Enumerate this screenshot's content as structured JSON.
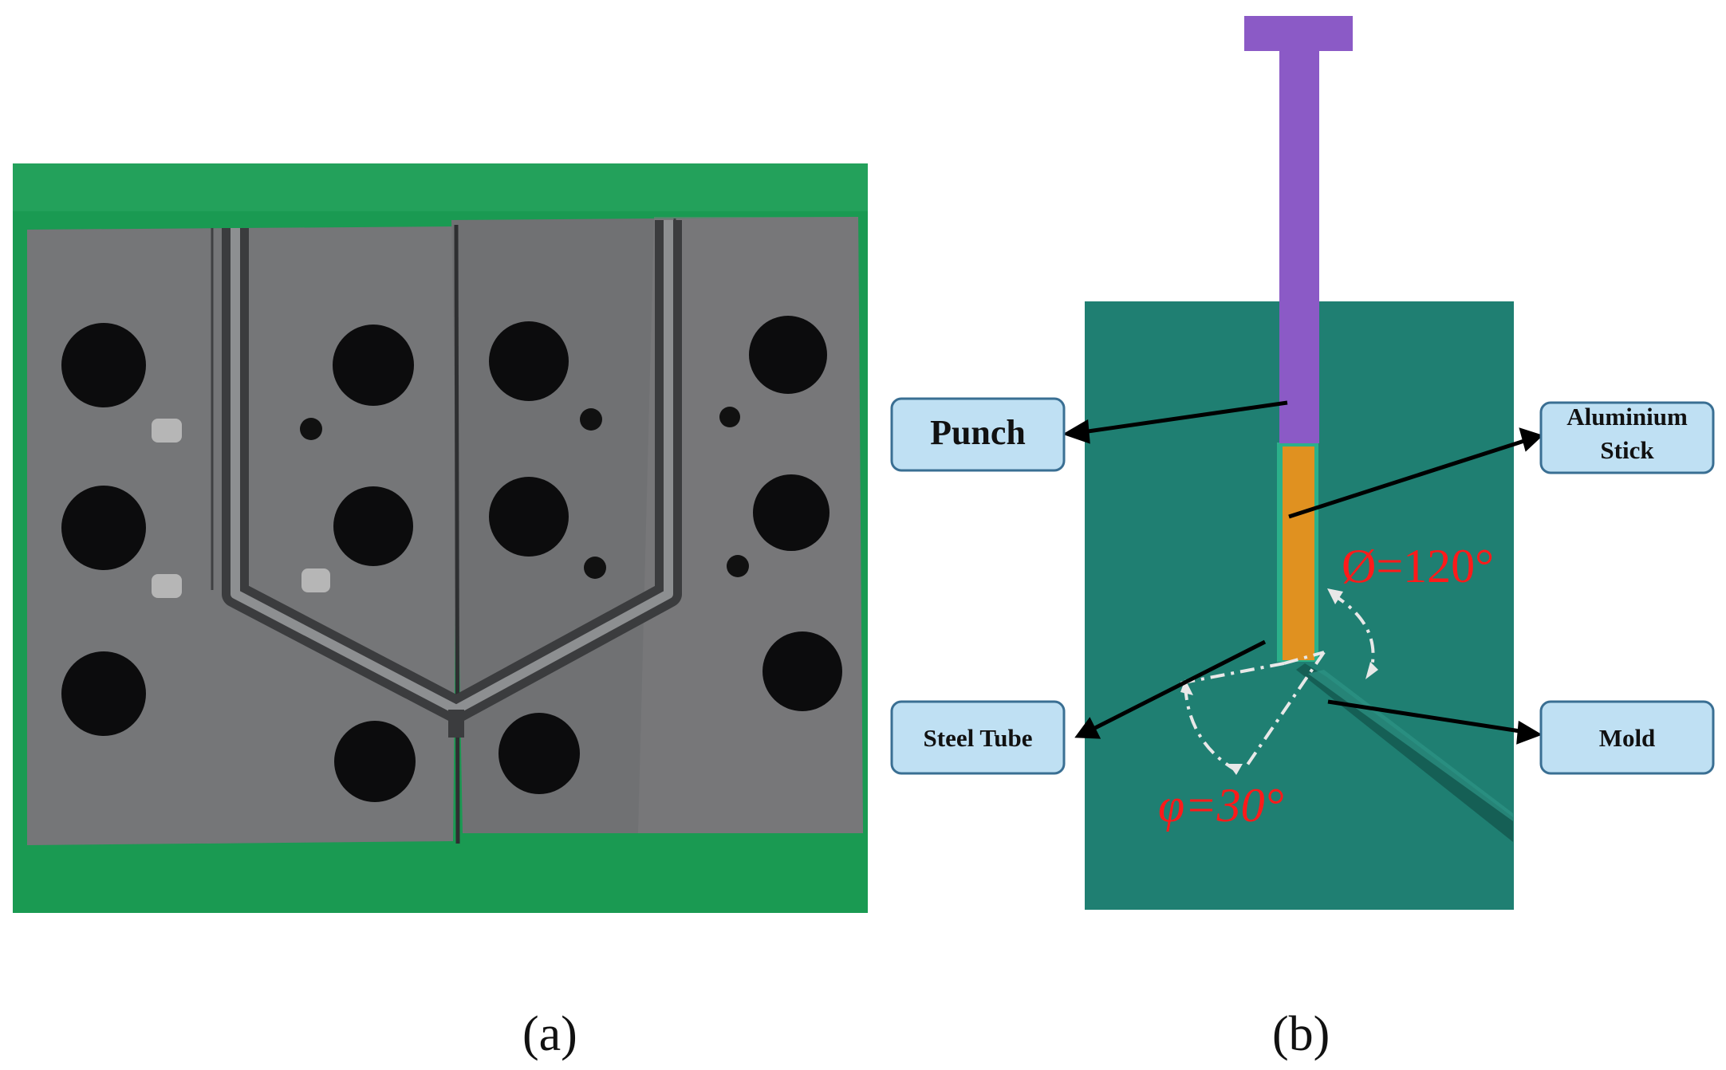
{
  "panel_a": {
    "caption": "(a)",
    "photo_subject": "mold-halves-photo"
  },
  "panel_b": {
    "caption": "(b)",
    "labels": {
      "punch": "Punch",
      "aluminium_line1": "Aluminium",
      "aluminium_line2": "Stick",
      "steel_tube": "Steel Tube",
      "mold": "Mold"
    },
    "angles": {
      "phi_big": "Ø=120°",
      "phi_small": "φ=30°"
    },
    "colors": {
      "mold_body": "#1f7f72",
      "punch": "#8b5ac6",
      "aluminium": "#e09120",
      "label_fill": "#bfe0f3",
      "label_border": "#3a6f93",
      "angle_text": "#ff1a1a"
    }
  }
}
